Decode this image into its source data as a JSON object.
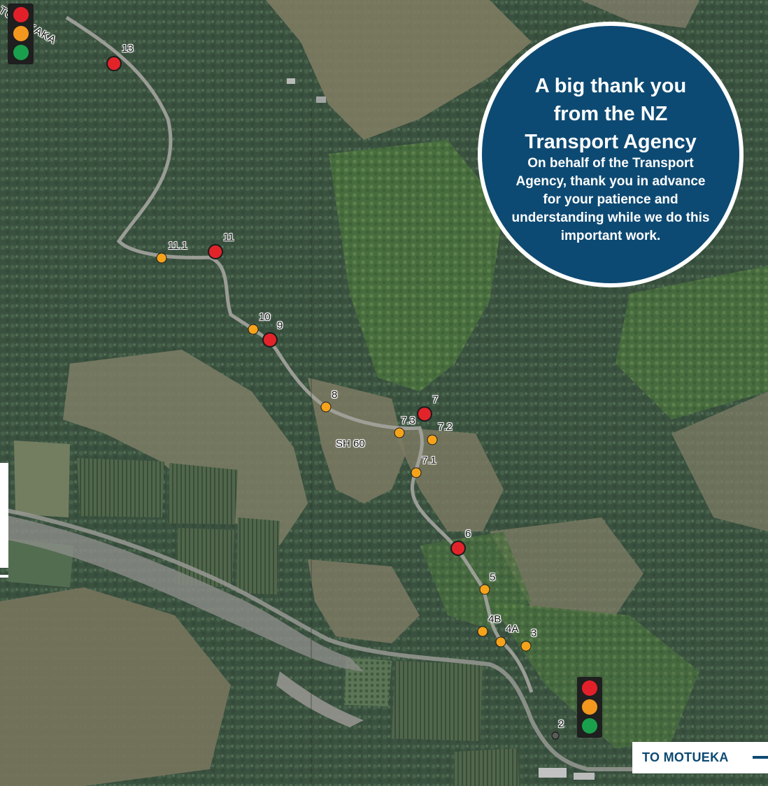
{
  "map": {
    "road_labels": [
      {
        "id": "sh60",
        "text": "SH 60"
      },
      {
        "id": "takaka",
        "text": "TO TAKAKA"
      }
    ],
    "markers": [
      {
        "id": "13",
        "label": "13",
        "status": "red"
      },
      {
        "id": "11.1",
        "label": "11.1",
        "status": "amber"
      },
      {
        "id": "11",
        "label": "11",
        "status": "red"
      },
      {
        "id": "10",
        "label": "10",
        "status": "amber"
      },
      {
        "id": "9",
        "label": "9",
        "status": "red"
      },
      {
        "id": "8",
        "label": "8",
        "status": "amber"
      },
      {
        "id": "7",
        "label": "7",
        "status": "red"
      },
      {
        "id": "7.3",
        "label": "7.3",
        "status": "amber"
      },
      {
        "id": "7.2",
        "label": "7.2",
        "status": "amber"
      },
      {
        "id": "7.1",
        "label": "7.1",
        "status": "amber"
      },
      {
        "id": "6",
        "label": "6",
        "status": "red"
      },
      {
        "id": "5",
        "label": "5",
        "status": "amber"
      },
      {
        "id": "4B",
        "label": "4B",
        "status": "amber"
      },
      {
        "id": "4A",
        "label": "4A",
        "status": "amber"
      },
      {
        "id": "3",
        "label": "3",
        "status": "amber"
      },
      {
        "id": "2",
        "label": "2",
        "status": "none"
      }
    ],
    "colors": {
      "red": "#e2242a",
      "amber": "#f5a31b",
      "green": "#1aa04c",
      "brand_blue": "#0d4a73"
    }
  },
  "traffic_lights": {
    "top": {
      "icon": "traffic-light-icon"
    },
    "bottom": {
      "icon": "traffic-light-icon"
    }
  },
  "thank_you": {
    "title": "A big thank you from the NZ Transport Agency",
    "body": "On behalf of the Transport Agency, thank you in advance for your patience and understanding while we do this important work."
  },
  "direction": {
    "label": "TO MOTUEKA",
    "icon": "arrow-right-icon"
  }
}
